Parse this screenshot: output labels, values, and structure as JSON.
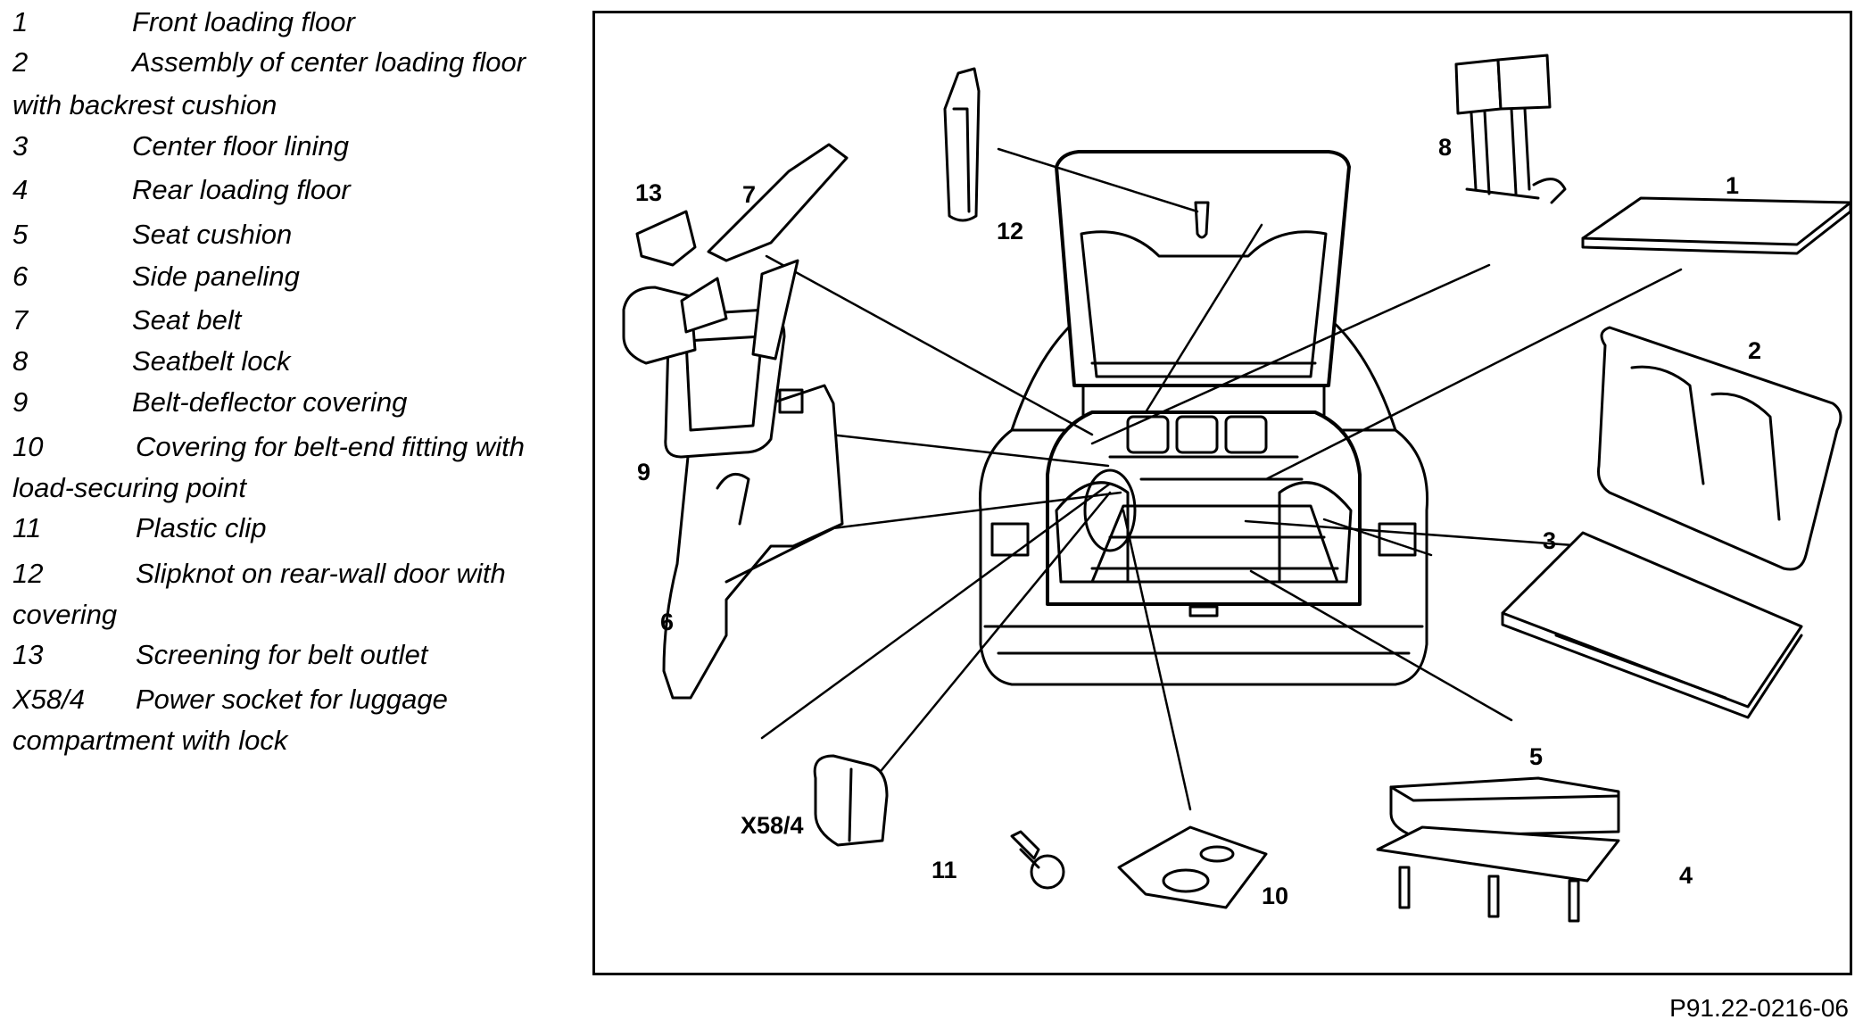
{
  "legend": [
    {
      "num": "1",
      "desc": "Front loading floor"
    },
    {
      "num": "2",
      "desc": "Assembly of center loading floor",
      "cont": "with backrest cushion"
    },
    {
      "num": "3",
      "desc": "Center floor lining"
    },
    {
      "num": "4",
      "desc": "Rear loading floor"
    },
    {
      "num": "5",
      "desc": "Seat cushion"
    },
    {
      "num": "6",
      "desc": "Side paneling"
    },
    {
      "num": "7",
      "desc": "Seat belt"
    },
    {
      "num": "8",
      "desc": "Seatbelt lock"
    },
    {
      "num": "9",
      "desc": "Belt-deflector covering"
    },
    {
      "num": "10",
      "desc": "Covering for belt-end fitting with",
      "cont": "load-securing point"
    },
    {
      "num": "11",
      "desc": "Plastic clip"
    },
    {
      "num": "12",
      "desc": "Slipknot on rear-wall door with",
      "cont": "covering"
    },
    {
      "num": "13",
      "desc": "Screening for belt outlet"
    },
    {
      "num": "X58/4",
      "desc": "Power socket for luggage",
      "cont": "compartment with lock"
    }
  ],
  "callouts": {
    "c1": "1",
    "c2": "2",
    "c3": "3",
    "c4": "4",
    "c5": "5",
    "c6": "6",
    "c7": "7",
    "c8": "8",
    "c9": "9",
    "c10": "10",
    "c11": "11",
    "c12": "12",
    "c13": "13",
    "cx58": "X58/4"
  },
  "figure_id": "P91.22-0216-06"
}
